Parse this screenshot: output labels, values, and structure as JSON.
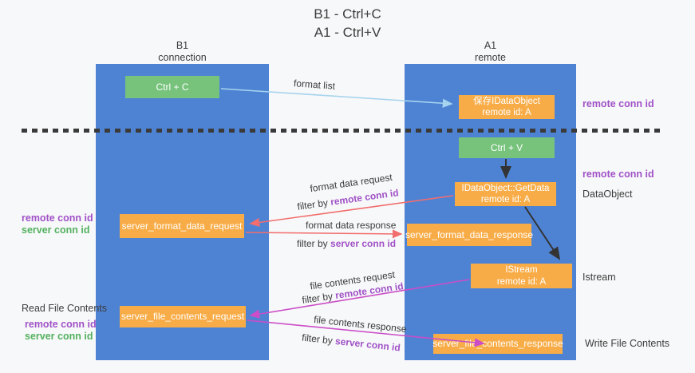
{
  "title": {
    "line1": "B1 - Ctrl+C",
    "line2": "A1 - Ctrl+V"
  },
  "lanes": {
    "left": {
      "title": "B1",
      "subtitle": "connection"
    },
    "right": {
      "title": "A1",
      "subtitle": "remote"
    }
  },
  "nodes": {
    "ctrl_c": {
      "label": "Ctrl + C"
    },
    "ctrl_v": {
      "label": "Ctrl + V"
    },
    "save_idataobject": {
      "line1": "保存IDataObject",
      "line2": "remote id: A"
    },
    "idataobject_getdata": {
      "line1": "IDataObject::GetData",
      "line2": "remote id: A"
    },
    "istream": {
      "line1": "IStream",
      "line2": "remote id: A"
    },
    "server_format_data_request": {
      "label": "server_format_data_request"
    },
    "server_format_data_response": {
      "label": "server_format_data_response"
    },
    "server_file_contents_request": {
      "label": "server_file_contents_request"
    },
    "server_file_contents_response": {
      "label": "server_file_contents_response"
    }
  },
  "side_labels": {
    "remote_conn_id_top_right": "remote conn id",
    "remote_conn_id_mid_right": "remote conn id",
    "dataobject": "DataObject",
    "istream": "Istream",
    "write_file_contents": "Write File Contents",
    "read_file_contents": "Read File Contents",
    "remote_conn_id_left_1": "remote conn id",
    "server_conn_id_left_1": "server conn id",
    "remote_conn_id_left_2": "remote conn id",
    "server_conn_id_left_2": "server conn id"
  },
  "edge_labels": {
    "format_list": "format list",
    "format_data_request": "format data request",
    "format_data_response": "format data response",
    "file_contents_request": "file contents request",
    "file_contents_response": "file contents response",
    "filter_by": "filter by ",
    "remote_conn_id": "remote conn id",
    "server_conn_id": "server conn id"
  },
  "colors": {
    "lane_blue": "#4e83d4",
    "node_green": "#77c37c",
    "node_orange": "#f8ac47",
    "arrow_light_blue": "#a6d3ee",
    "arrow_red": "#f26d6d",
    "arrow_magenta": "#cb4dc8",
    "arrow_black": "#333333",
    "text_purple": "#a052c7",
    "text_green": "#53b15f",
    "background": "#f7f8f9"
  }
}
